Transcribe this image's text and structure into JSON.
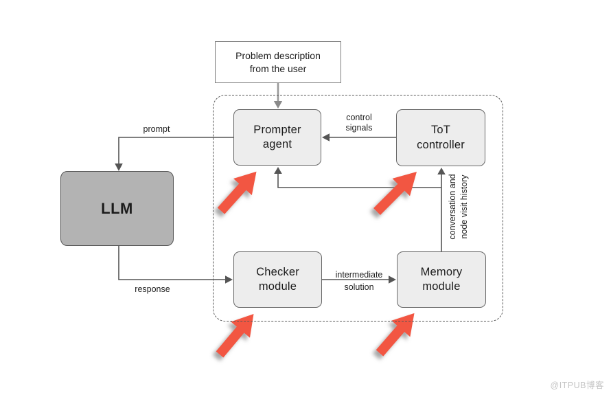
{
  "nodes": {
    "problem": {
      "line1": "Problem description",
      "line2": "from the user"
    },
    "prompter": {
      "line1": "Prompter",
      "line2": "agent"
    },
    "tot": {
      "line1": "ToT",
      "line2": "controller"
    },
    "llm": {
      "label": "LLM"
    },
    "checker": {
      "line1": "Checker",
      "line2": "module"
    },
    "memory": {
      "line1": "Memory",
      "line2": "module"
    }
  },
  "edges": {
    "prompt": "prompt",
    "response": "response",
    "control_line1": "control",
    "control_line2": "signals",
    "intermediate_line1": "intermediate",
    "intermediate_line2": "solution",
    "history_line1": "conversation and",
    "history_line2": "node visit history"
  },
  "colors": {
    "red_arrow": "#f25742",
    "module_fill": "#ededed",
    "llm_fill": "#b3b3b3",
    "wire": "#555555"
  },
  "watermark": {
    "text": "@ITPUB博客"
  }
}
